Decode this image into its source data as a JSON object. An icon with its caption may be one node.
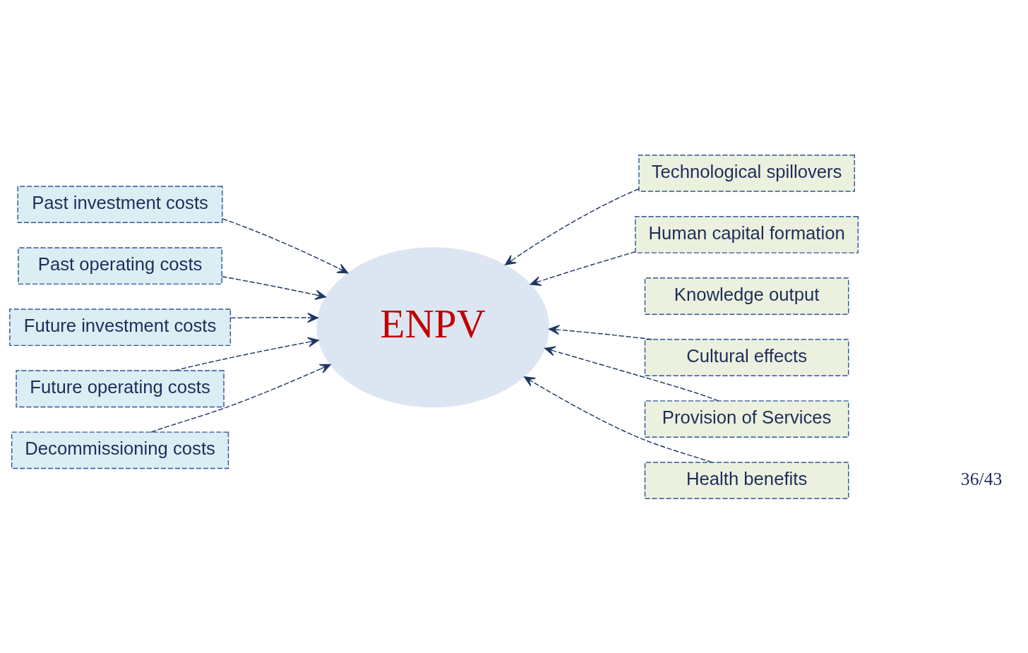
{
  "diagram": {
    "nodes": [
      {
        "text": [
          "ENPV"
        ]
      },
      {
        "text": [
          "Past investment costs"
        ]
      },
      {
        "text": [
          "Technological spillovers"
        ]
      },
      {
        "text": [
          "Past operating costs"
        ]
      },
      {
        "text": [
          "Human capital formation"
        ]
      },
      {
        "text": [
          "Future investment costs"
        ]
      },
      {
        "text": [
          "Knowledge output"
        ]
      },
      {
        "text": [
          "Future operating costs"
        ]
      },
      {
        "text": [
          "Cultural effects"
        ]
      },
      {
        "text": [
          "Decommissioning costs"
        ]
      },
      {
        "text": [
          "Provision of Services"
        ]
      },
      {
        "text": [
          "Health benefits"
        ]
      }
    ],
    "edges": [
      {
        "from": 1,
        "to": 0,
        "arrow": "to",
        "style": "dashed"
      },
      {
        "from": 2,
        "to": 0,
        "arrow": "to",
        "style": "dashed"
      },
      {
        "from": 3,
        "to": 0,
        "arrow": "to",
        "style": "dashed"
      },
      {
        "from": 4,
        "to": 0,
        "arrow": "to",
        "style": "dashed"
      },
      {
        "from": 5,
        "to": 0,
        "arrow": "to",
        "style": "dashed"
      },
      {
        "from": 7,
        "to": 0,
        "arrow": "to",
        "style": "dashed"
      },
      {
        "from": 9,
        "to": 0,
        "arrow": "to",
        "style": "dashed"
      },
      {
        "from": 8,
        "to": 0,
        "arrow": "to",
        "style": "dashed"
      },
      {
        "from": 10,
        "to": 0,
        "arrow": "to",
        "style": "dashed"
      },
      {
        "from": 11,
        "to": 0,
        "arrow": "to",
        "style": "dashed"
      }
    ],
    "labels": [
      "36/43"
    ]
  }
}
